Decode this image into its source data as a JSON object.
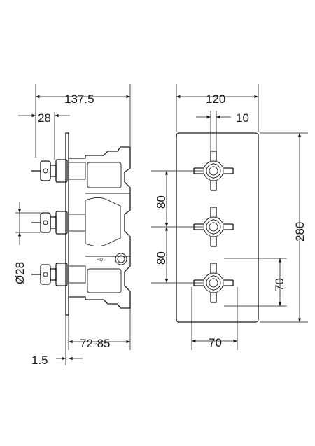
{
  "side_view": {
    "overall_depth": "137.5",
    "handle_depth": "28",
    "handle_diameter": "Ø28",
    "wall_depth": "72-85",
    "plate_thickness": "1.5",
    "hot_label": "HOT"
  },
  "front_view": {
    "plate_width": "120",
    "offset": "10",
    "spacing_top": "80",
    "spacing_bottom": "80",
    "plate_height": "280",
    "vertical_70": "70",
    "horizontal_70": "70"
  }
}
